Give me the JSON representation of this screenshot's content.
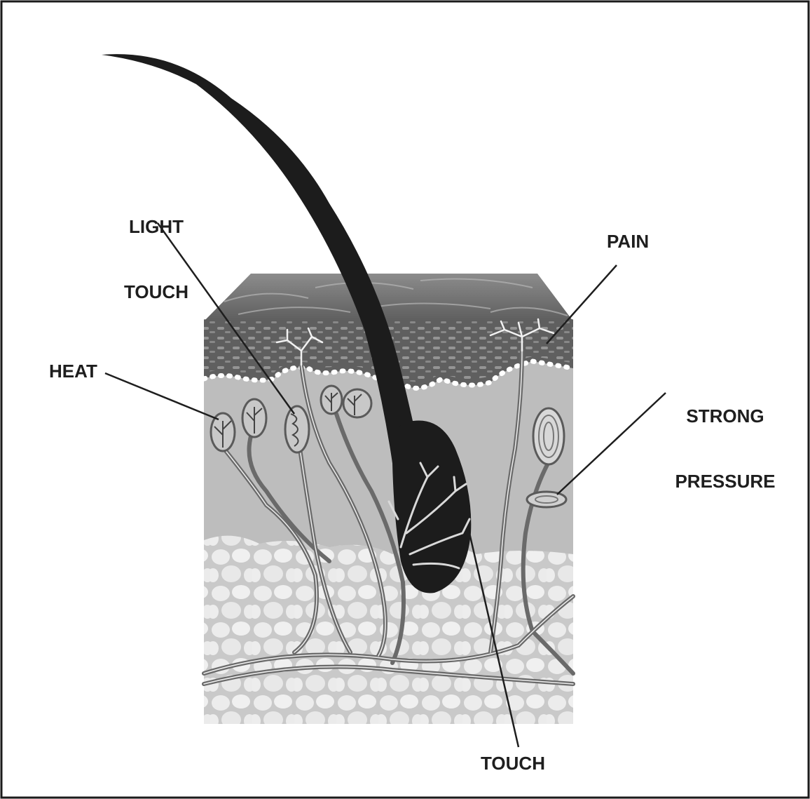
{
  "labels": {
    "light_touch_line1": "LIGHT",
    "light_touch_line2": "TOUCH",
    "pain": "PAIN",
    "heat": "HEAT",
    "strong_pressure_line1": "STRONG",
    "strong_pressure_line2": "PRESSURE",
    "touch": "TOUCH"
  },
  "colors": {
    "background": "#ffffff",
    "border": "#1a1a1a",
    "hair": "#1c1c1c",
    "epidermis_surface": "#7a7a7a",
    "epidermis_layer": "#5a5a5a",
    "dermis": "#bdbdbd",
    "subcutaneous": "#d8d8d8",
    "nerve": "#6a6a6a",
    "text": "#1e1e1e"
  }
}
